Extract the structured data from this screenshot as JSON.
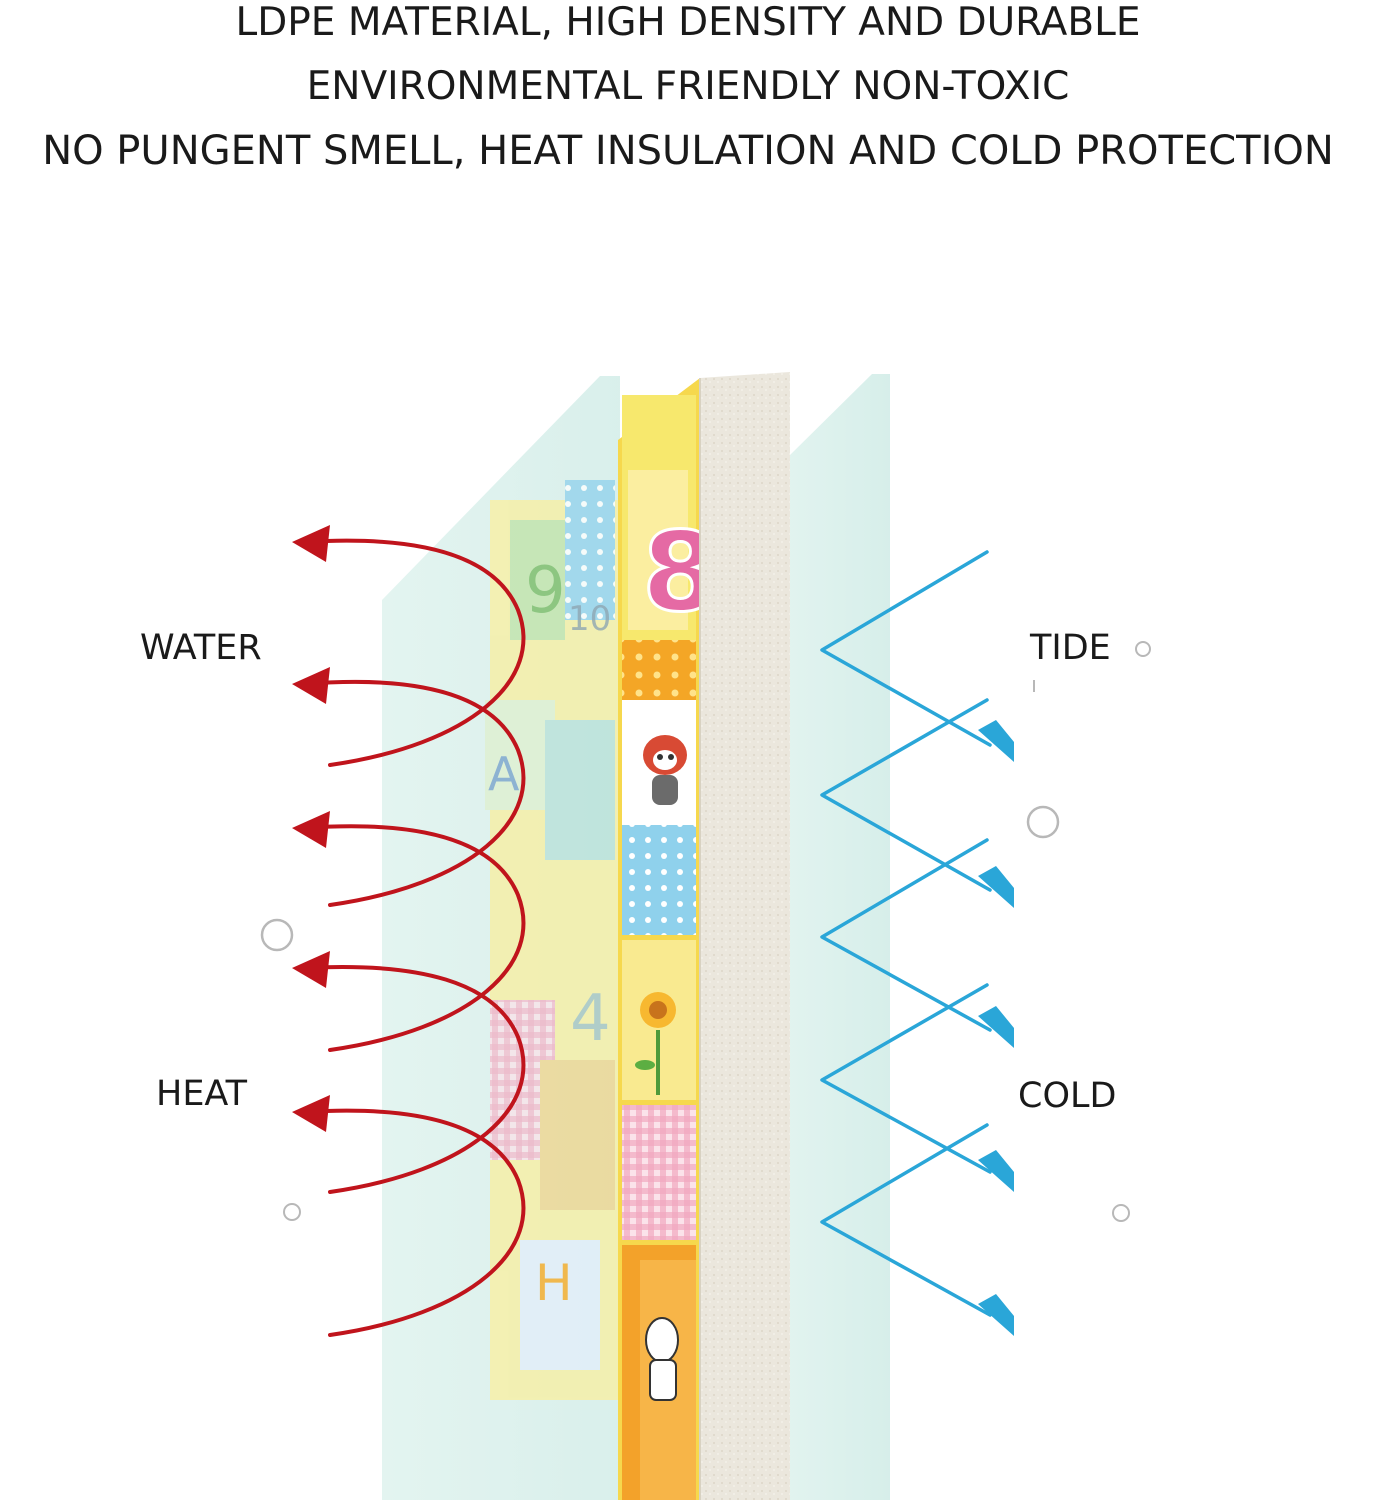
{
  "header": {
    "line1": "LDPE MATERIAL, HIGH DENSITY AND DURABLE",
    "line2": "ENVIRONMENTAL FRIENDLY NON-TOXIC",
    "line3": "NO PUNGENT SMELL, HEAT INSULATION AND COLD PROTECTION"
  },
  "labels": {
    "water": "WATER",
    "heat": "HEAT",
    "tide": "TIDE",
    "cold": "COLD"
  },
  "mat_panels": {
    "panel_a": "8",
    "panel_b": "9",
    "panel_c": "10",
    "panel_d": "A",
    "panel_e": "4",
    "panel_f": "H"
  },
  "colors": {
    "heat_arrow": "#c0141c",
    "cold_arrow": "#2aa6d8",
    "film": "#cdebe6",
    "foam": "#ece8df",
    "mat_yellow": "#f7de5a",
    "mat_orange": "#f3a22a"
  }
}
